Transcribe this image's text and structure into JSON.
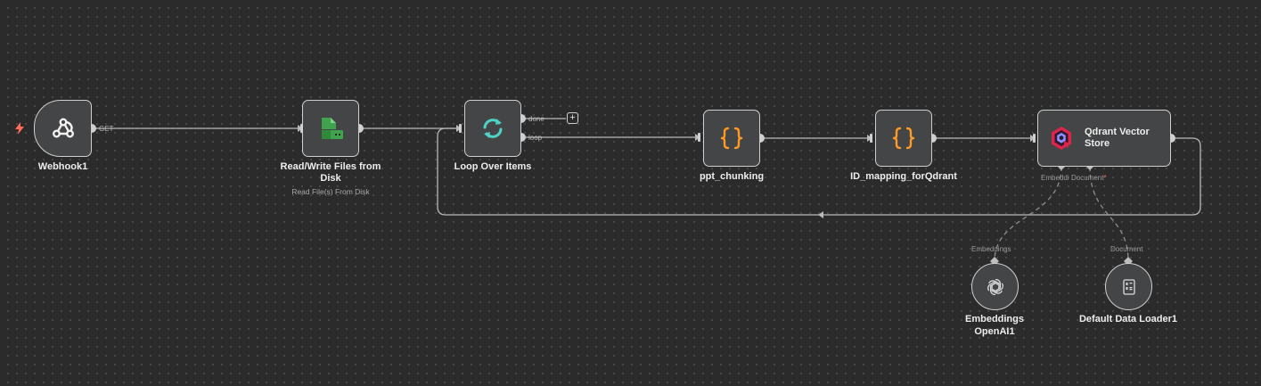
{
  "nodes": {
    "webhook": {
      "name": "Webhook1",
      "method": "GET",
      "icon": "webhook-icon"
    },
    "read_write": {
      "name": "Read/Write Files from Disk",
      "line1": "Read/Write Files from",
      "line2": "Disk",
      "subtitle": "Read File(s) From Disk",
      "icon": "file-disk-icon"
    },
    "loop": {
      "name": "Loop Over Items",
      "icon": "loop-icon",
      "out_done": "done",
      "out_loop": "loop"
    },
    "ppt_chunking": {
      "name": "ppt_chunking",
      "icon": "code-braces-icon"
    },
    "id_mapping": {
      "name": "ID_mapping_forQdrant",
      "icon": "code-braces-icon"
    },
    "qdrant": {
      "line1": "Qdrant Vector",
      "line2": "Store",
      "icon": "qdrant-icon",
      "port_embedding": "Embeddi",
      "port_document": "Document",
      "required_mark": "*"
    },
    "embeddings": {
      "line1": "Embeddings",
      "line2": "OpenAI1",
      "port": "Embeddings",
      "icon": "openai-icon"
    },
    "loader": {
      "name": "Default Data Loader1",
      "port": "Document",
      "icon": "document-loader-icon"
    }
  },
  "plus_label": "+",
  "colors": {
    "canvas_bg": "#2b2b2b",
    "node_bg": "#444546",
    "node_border": "#cfcfcf",
    "connection": "#b9b9b9",
    "trigger_bolt": "#ff6d5a",
    "file_icon": "#3fa34d",
    "loop_icon": "#4fd1c5",
    "code_icon": "#ff9922",
    "qdrant_red": "#dc244c"
  }
}
